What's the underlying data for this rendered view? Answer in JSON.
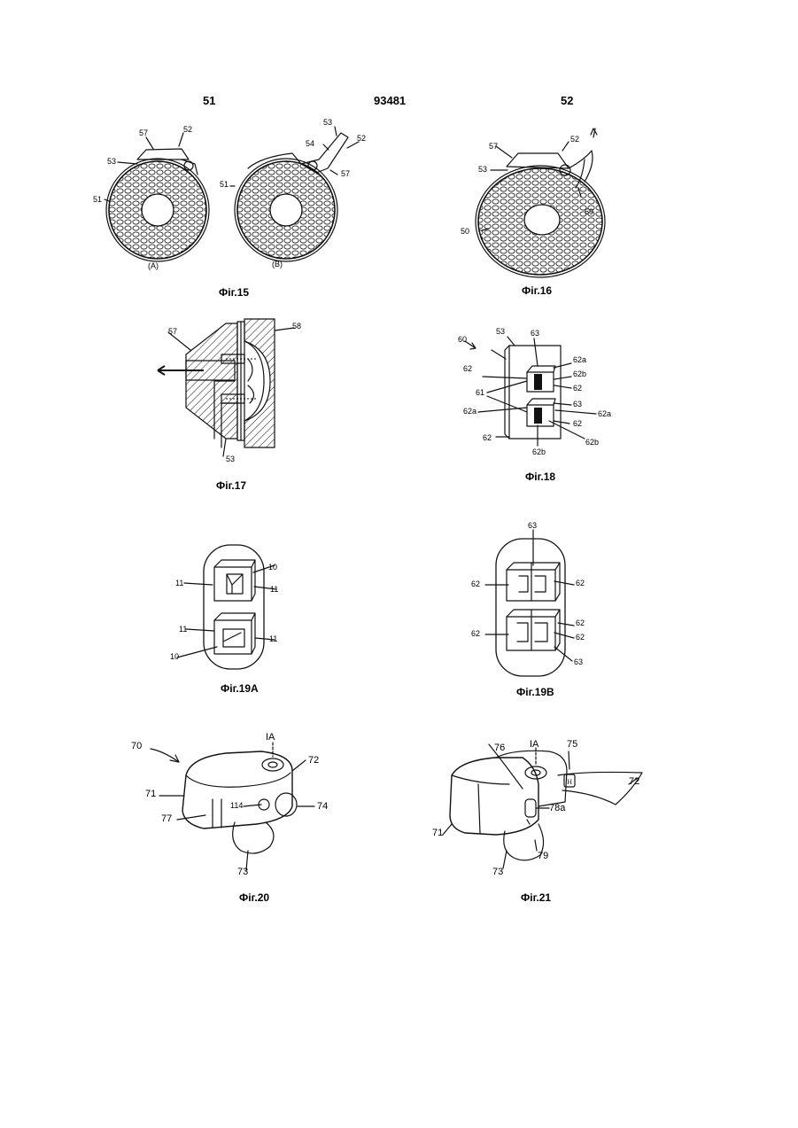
{
  "header": {
    "left": "51",
    "center": "93481",
    "right": "52"
  },
  "figures": {
    "fig15": {
      "caption": "Фіг.15",
      "labels": [
        "57",
        "52",
        "53",
        "51",
        "(A)",
        "53",
        "54",
        "52",
        "57",
        "51",
        "(B)"
      ]
    },
    "fig16": {
      "caption": "Фіг.16",
      "labels": [
        "57",
        "52",
        "53",
        "59",
        "50"
      ]
    },
    "fig17": {
      "caption": "Фіг.17",
      "labels": [
        "57",
        "58",
        "53"
      ]
    },
    "fig18": {
      "caption": "Фіг.18",
      "labels": [
        "60",
        "53",
        "63",
        "62a",
        "62",
        "62b",
        "61",
        "62",
        "62a",
        "63",
        "62a",
        "62",
        "62",
        "62b",
        "62b"
      ]
    },
    "fig19a": {
      "caption": "Фіг.19A",
      "labels": [
        "11",
        "10",
        "11",
        "11",
        "11",
        "10"
      ]
    },
    "fig19b": {
      "caption": "Фіг.19B",
      "labels": [
        "63",
        "62",
        "62",
        "62",
        "62",
        "62",
        "63"
      ]
    },
    "fig20": {
      "caption": "Фіг.20",
      "labels": [
        "70",
        "IA",
        "72",
        "71",
        "114",
        "74",
        "77",
        "73"
      ]
    },
    "fig21": {
      "caption": "Фіг.21",
      "labels": [
        "76",
        "IA",
        "75",
        "72",
        "78a",
        "71",
        "79",
        "73"
      ]
    }
  }
}
